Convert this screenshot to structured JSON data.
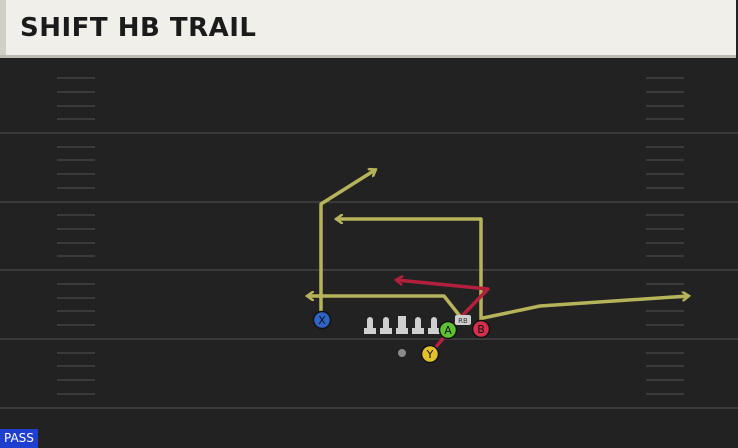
{
  "play": {
    "title": "SHIFT HB TRAIL",
    "type_label": "PASS"
  },
  "players": {
    "x": "X",
    "a": "A",
    "b": "B",
    "y": "Y",
    "rb_tag": "RB"
  },
  "colors": {
    "field": "#222222",
    "yard_line": "#3a3a3a",
    "route_yellow": "#b7b35a",
    "route_red": "#b3203c",
    "x_badge": "#2f63c8",
    "a_badge": "#5cc232",
    "b_badge": "#d43049",
    "y_badge": "#e3c12d",
    "pass_badge": "#1f3fd0"
  }
}
